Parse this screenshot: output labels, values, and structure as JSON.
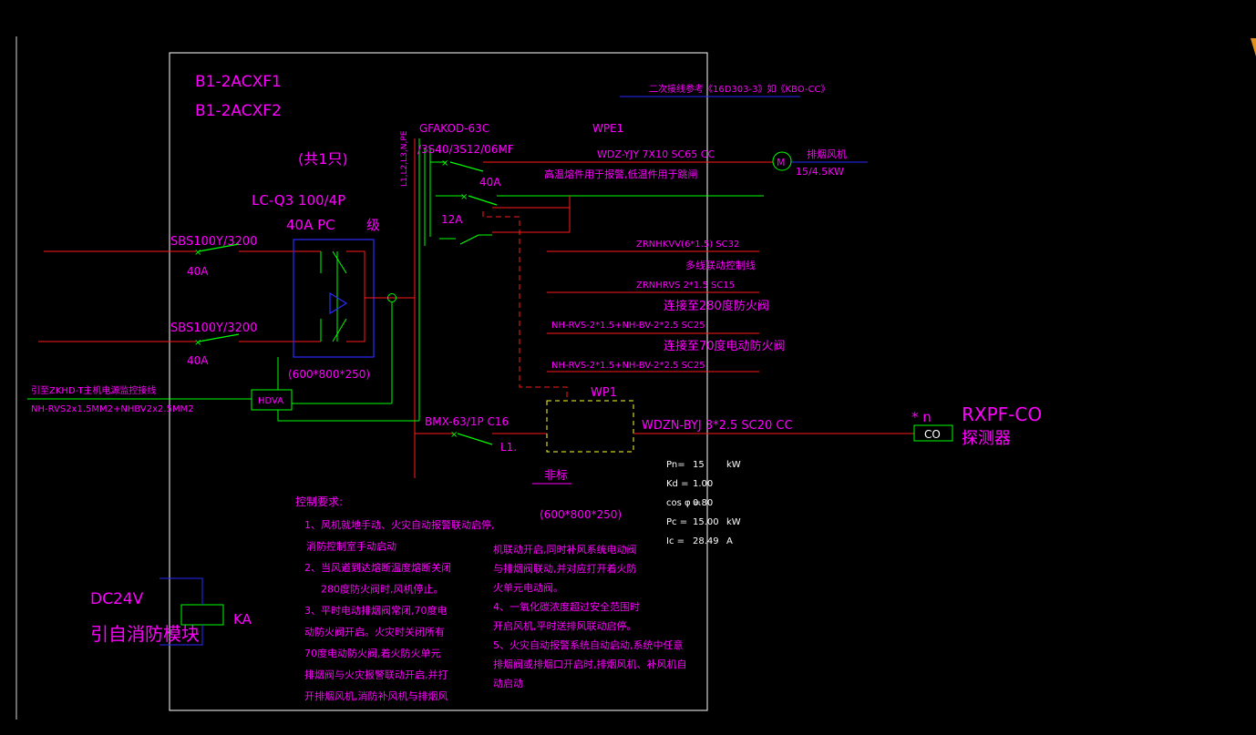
{
  "colors": {
    "magenta": "#ff00ff",
    "white": "#ffffff",
    "green": "#00ff00",
    "red": "#ff1a1a",
    "blue": "#2a2aff",
    "brown": "#d88a3a",
    "orange": "#e0901a"
  },
  "panel": {
    "name1": "B1-2ACXF1",
    "name2": "B1-2ACXF2",
    "count": "(共1只)",
    "breaker_model": "LC-Q3 100/4P",
    "breaker_rating": "40A  PC",
    "level_char": "级",
    "size1": "(600*800*250)",
    "size2": "(600*800*250)",
    "vertical_label": "L1,L2,L3,N,PE",
    "hdva": "HDVA",
    "ka": "KA"
  },
  "ref_note": "二次接线参考《16D303-3》如《KBO-CC》",
  "incoming": [
    {
      "model": "SBS100Y/3200",
      "rating": "40A"
    },
    {
      "model": "SBS100Y/3200",
      "rating": "40A"
    }
  ],
  "gfakod": {
    "model": "GFAKOD-63C",
    "spec": "/3S40/3S12/06MF",
    "rating1": "40A",
    "rating2": "12A"
  },
  "wpe1": {
    "label": "WPE1",
    "cable": "WDZ-YJY 7X10  SC65  CC",
    "note": "高温熔件用于报警,低温件用于跳闸",
    "motor_label": "M",
    "load_name": "排烟风机",
    "load_power": "15/4.5KW"
  },
  "control_cables": [
    {
      "cable": "ZRNHKVV(6*1.5)  SC32",
      "desc": "多线联动控制线"
    },
    {
      "cable": "ZRNHRVS  2*1.5  SC15",
      "desc": "连接至280度防火阀"
    },
    {
      "cable": "NH-RVS-2*1.5+NH-BV-2*2.5  SC25",
      "desc": "连接至70度电动防火阀"
    },
    {
      "cable": "NH-RVS-2*1.5+NH-BV-2*2.5  SC25",
      "desc": ""
    }
  ],
  "ext_source": {
    "line1": "引至ZKHD-T主机电源监控接线",
    "line2": "NH-RVS2x1.5MM2+NHBV2x2.5MM2"
  },
  "wp1": {
    "breaker": "BMX-63/1P C16",
    "phase": "L1.",
    "label": "WP1",
    "cable": "WDZN-BYJ 3*2.5  SC20  CC",
    "box_label": "非标",
    "detector_mark": "* n",
    "detector_model": "RXPF-CO",
    "detector_name": "探测器",
    "co": "CO"
  },
  "load_calc": [
    {
      "key": "Pn=",
      "val": "15",
      "unit": "kW"
    },
    {
      "key": "Kd =",
      "val": "1.00",
      "unit": ""
    },
    {
      "key": "cos φ =",
      "val": "0.80",
      "unit": ""
    },
    {
      "key": "Pc =",
      "val": "15.00",
      "unit": "kW"
    },
    {
      "key": "Ic =",
      "val": "28.49",
      "unit": "A"
    }
  ],
  "control_req": {
    "title": "控制要求:",
    "left": [
      "1、风机就地手动、火灾自动报警联动启停,",
      "消防控制室手动启动",
      "2、当风道到达熔断温度熔断关闭",
      "280度防火阀时,风机停止。",
      "3、平时电动排烟阀常闭,70度电",
      "动防火阀开启。火灾时关闭所有",
      "70度电动防火阀,着火防火单元",
      "排烟阀与火灾报警联动开启,并打",
      "开排烟风机,消防补风机与排烟风"
    ],
    "right": [
      "机联动开启,同时补风系统电动阀",
      "与排烟阀联动,并对应打开着火防",
      "火单元电动阀。",
      "4、一氧化碳浓度超过安全范围时",
      "开启风机,平时送排风联动启停。",
      "5、火灾自动报警系统自动启动,系统中任意",
      "排烟阀或排烟口开启时,排烟风机、补风机自",
      "动启动"
    ]
  },
  "dc": {
    "voltage": "DC24V",
    "source": "引自消防模块"
  }
}
